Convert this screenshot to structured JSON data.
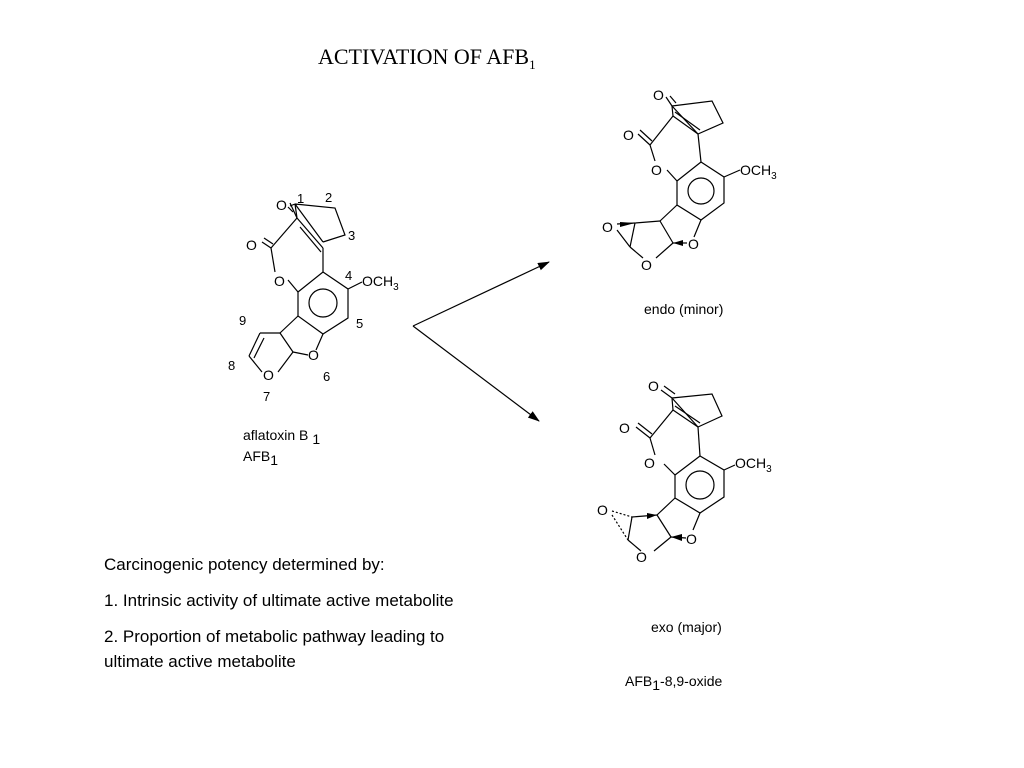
{
  "title": {
    "main": "ACTIVATION OF AFB",
    "sub": "1"
  },
  "parent": {
    "name_line1": "aflatoxin B",
    "name_line1_sub": "1",
    "name_line2": "AFB",
    "name_line2_sub": "1",
    "atoms": {
      "o_keto": "O",
      "o_lactone_c": "O",
      "o_ring": "O",
      "o_furan": "O",
      "o_furan2": "O",
      "ome": "OCH",
      "ome_sub": "3"
    },
    "numbers": [
      "1",
      "2",
      "3",
      "4",
      "5",
      "6",
      "7",
      "8",
      "9"
    ]
  },
  "endo": {
    "label": "endo (minor)",
    "atoms": {
      "o_keto": "O",
      "o_lactone_c": "O",
      "o_ring": "O",
      "ome": "OCH",
      "ome_sub": "3",
      "o_epox": "O",
      "o_furan": "O",
      "o_furan2": "O"
    }
  },
  "exo": {
    "label": "exo (major)",
    "atoms": {
      "o_keto": "O",
      "o_lactone_c": "O",
      "o_ring": "O",
      "ome": "OCH",
      "ome_sub": "3",
      "o_epox": "O",
      "o_furan": "O",
      "o_furan2": "O"
    }
  },
  "product": {
    "name": "AFB",
    "name_sub": "1",
    "suffix": "-8,9-oxide"
  },
  "notes": {
    "heading": "Carcinogenic potency determined by:",
    "item1": "1. Intrinsic activity of ultimate active metabolite",
    "item2_line1": "2. Proportion of metabolic pathway leading to",
    "item2_line2": "ultimate active metabolite"
  }
}
